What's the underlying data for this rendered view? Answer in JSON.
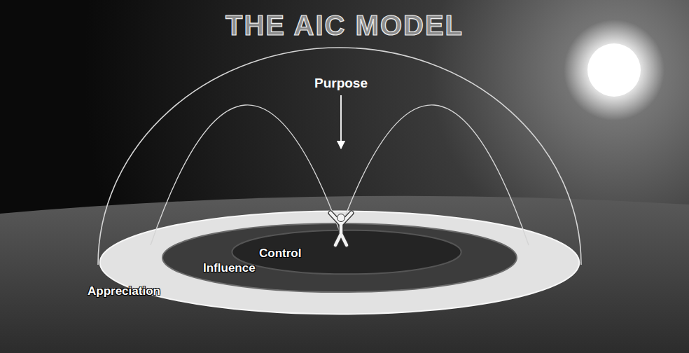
{
  "diagram": {
    "title": "THE AIC MODEL",
    "nodes": [
      {
        "text": [
          "Appreciation"
        ]
      },
      {
        "text": [
          "Influence"
        ],
        "in": 0
      },
      {
        "text": [
          "Control"
        ],
        "in": 1
      }
    ],
    "labels": [
      "Purpose"
    ]
  }
}
